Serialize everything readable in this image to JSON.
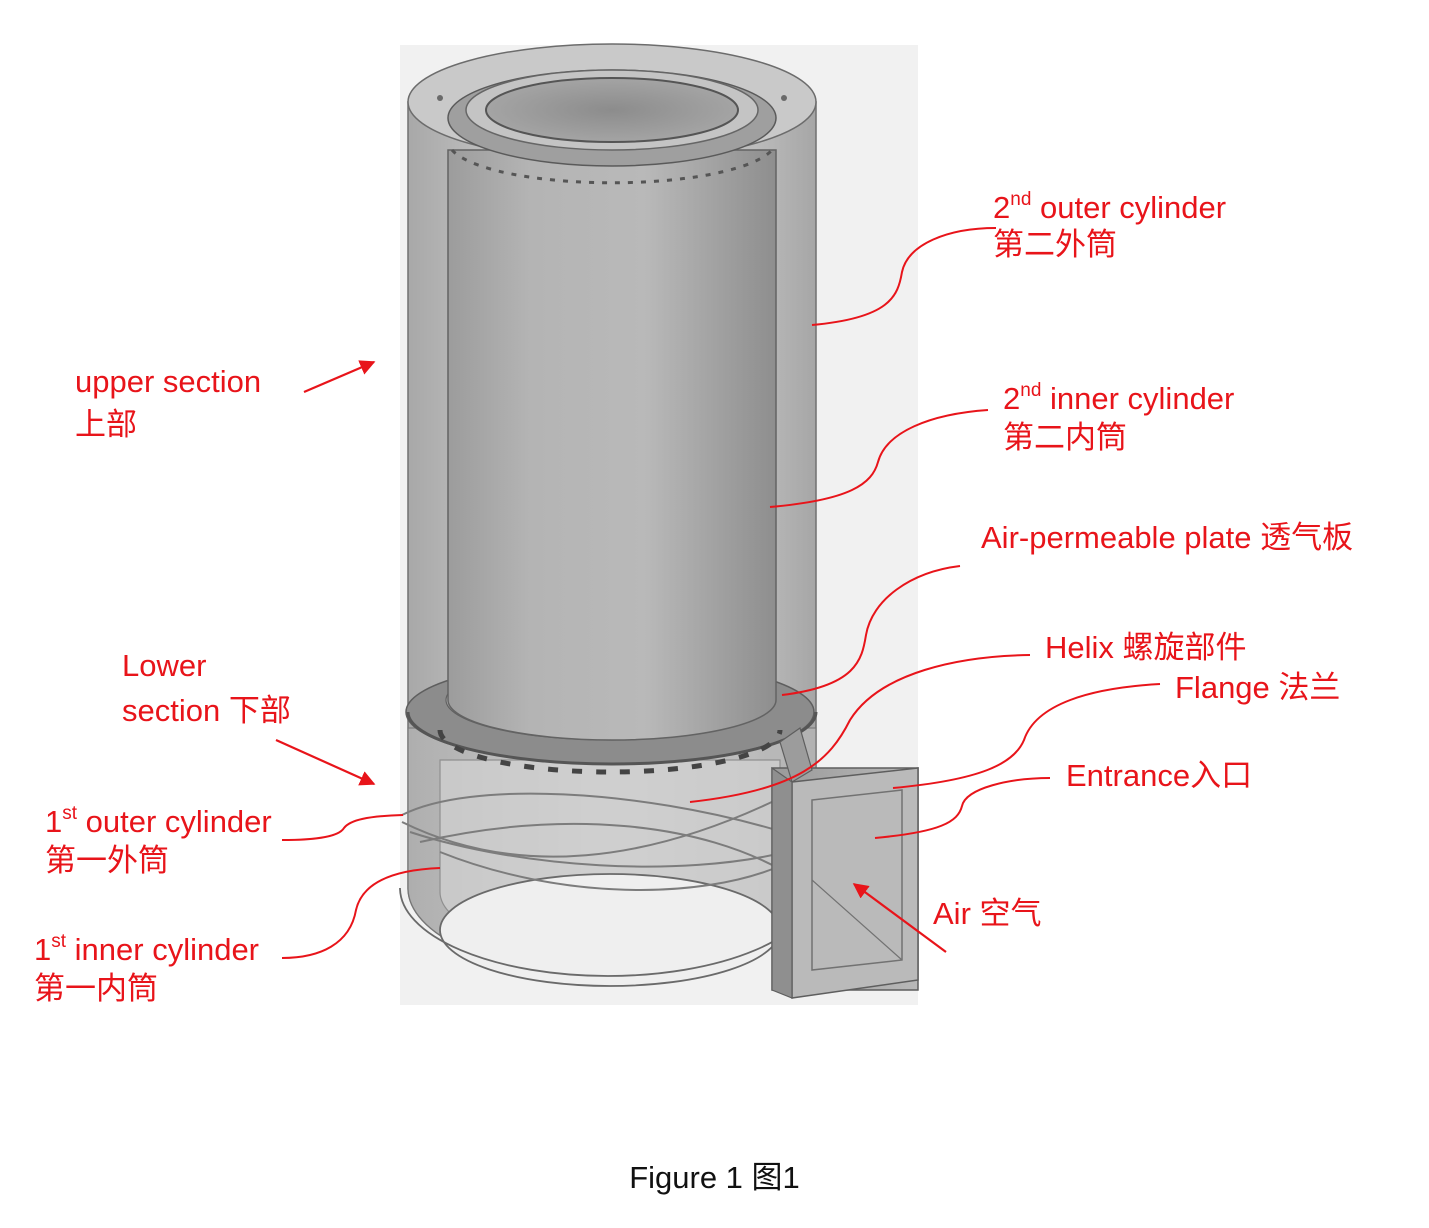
{
  "labels": {
    "outer2": {
      "num": "2",
      "sup": "nd",
      "text": " outer cylinder",
      "cn": "第二外筒"
    },
    "inner2": {
      "num": "2",
      "sup": "nd",
      "text": " inner cylinder",
      "cn": "第二内筒"
    },
    "upper": {
      "text": "upper section",
      "cn": "上部"
    },
    "plate": {
      "text": "Air-permeable plate 透气板"
    },
    "helix": {
      "text": "Helix 螺旋部件"
    },
    "flange": {
      "text": "Flange 法兰"
    },
    "lower": {
      "line1": "Lower",
      "line2": "section 下部"
    },
    "entrance": {
      "text": "Entrance入口"
    },
    "outer1": {
      "num": "1",
      "sup": "st",
      "text": " outer cylinder",
      "cn": "第一外筒"
    },
    "inner1": {
      "num": "1",
      "sup": "st",
      "text": " inner cylinder",
      "cn": "第一内筒"
    },
    "air": {
      "text": "Air 空气"
    }
  },
  "caption": "Figure 1 图1",
  "colors": {
    "annotation": "#e8141a",
    "caption": "#111111"
  }
}
